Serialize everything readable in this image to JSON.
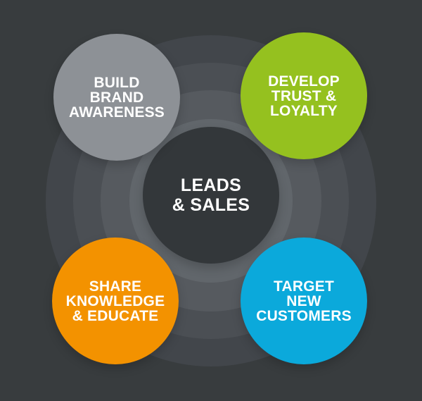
{
  "canvas": {
    "background": "#383C3E"
  },
  "diagram": {
    "rings": [
      {
        "radius": 235,
        "color": "#42464B"
      },
      {
        "radius": 196,
        "color": "#4B4F54"
      },
      {
        "radius": 157,
        "color": "#565A5F"
      },
      {
        "radius": 116,
        "color": "#61666B"
      }
    ],
    "center": {
      "id": "leads-sales",
      "color": "#33373A",
      "text_color": "#FFFFFF",
      "lines": [
        "LEADS",
        "& SALES"
      ]
    },
    "nodes": [
      {
        "id": "build-brand-awareness",
        "position": "top-left",
        "color": "#8D9196",
        "text_color": "#FFFFFF",
        "lines": [
          "BUILD",
          "BRAND",
          "AWARENESS"
        ]
      },
      {
        "id": "develop-trust-loyalty",
        "position": "top-right",
        "color": "#95C11F",
        "text_color": "#FFFFFF",
        "lines": [
          "DEVELOP",
          "TRUST &",
          "LOYALTY"
        ]
      },
      {
        "id": "share-knowledge-educate",
        "position": "bottom-left",
        "color": "#F39200",
        "text_color": "#FFFFFF",
        "lines": [
          "SHARE",
          "KNOWLEDGE",
          "& EDUCATE"
        ]
      },
      {
        "id": "target-new-customers",
        "position": "bottom-right",
        "color": "#0BA9DB",
        "text_color": "#FFFFFF",
        "lines": [
          "TARGET",
          "NEW",
          "CUSTOMERS"
        ]
      }
    ]
  }
}
